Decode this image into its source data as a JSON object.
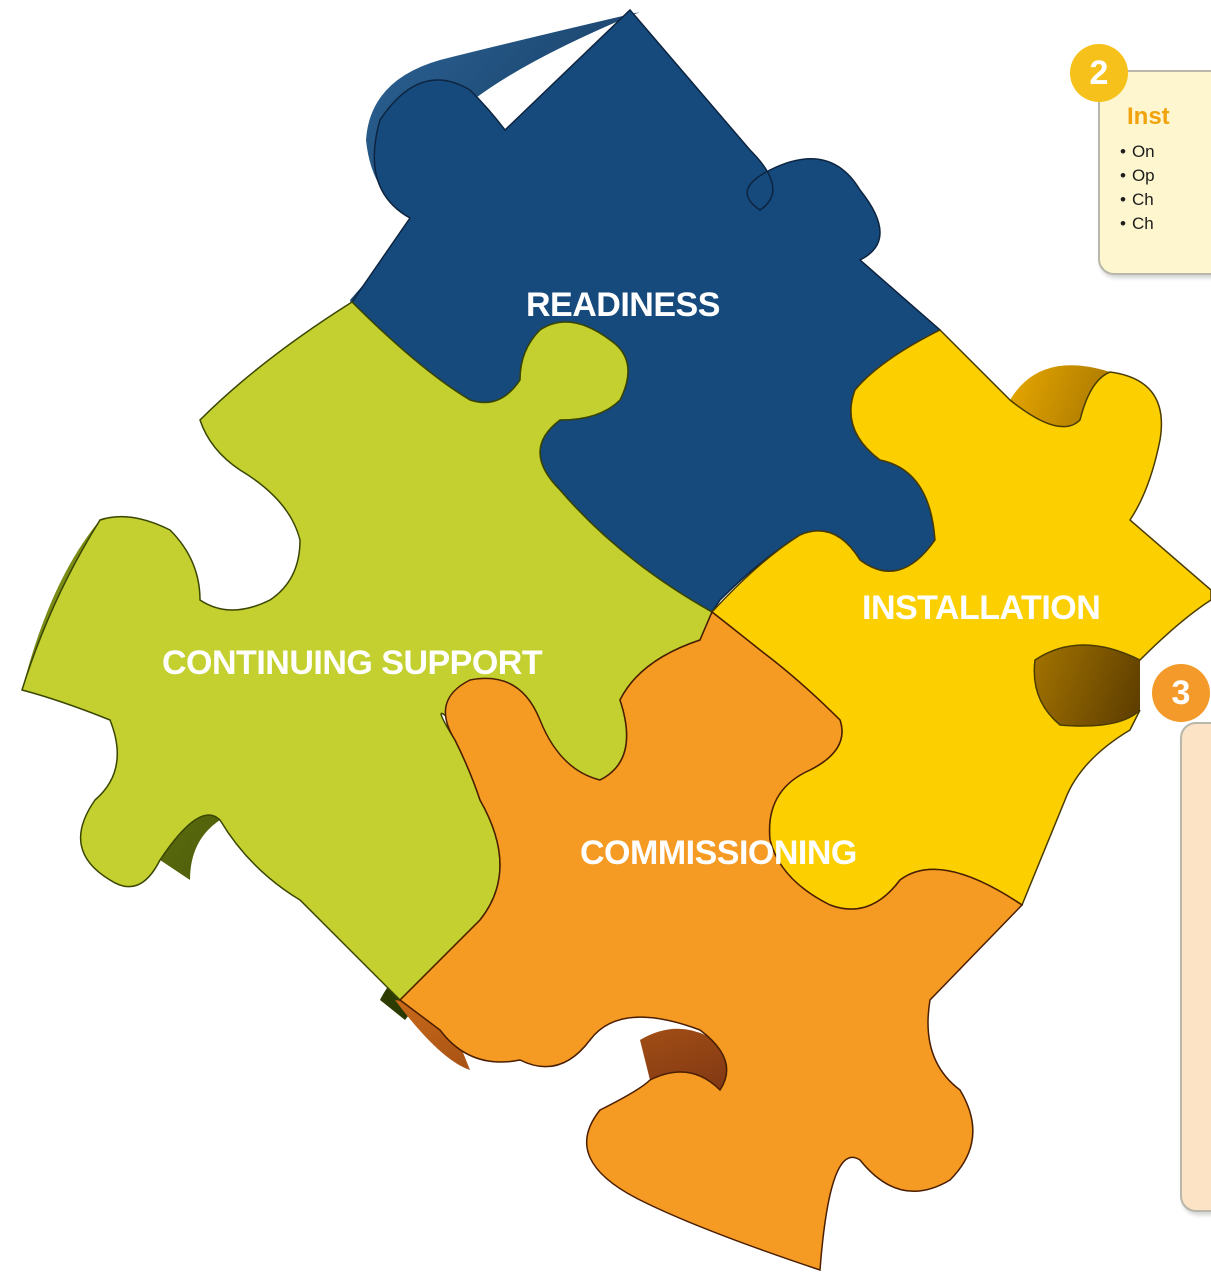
{
  "pieces": {
    "readiness": {
      "label": "READINESS",
      "color": "#174a7c"
    },
    "installation": {
      "label": "INSTALLATION",
      "color": "#fcd000"
    },
    "continuing_support": {
      "label": "CONTINUING SUPPORT",
      "color": "#c3d030"
    },
    "commissioning": {
      "label": "COMMISSIONING",
      "color": "#f59a23"
    }
  },
  "callouts": {
    "installation": {
      "number": "2",
      "title": "Inst",
      "items": [
        "On",
        "Op",
        "Ch",
        "Ch"
      ],
      "badge_color": "#f6c11a",
      "fill": "#fdf6cf"
    },
    "commissioning": {
      "number": "3",
      "badge_color": "#f39a2a",
      "fill": "#fde3c6"
    }
  }
}
